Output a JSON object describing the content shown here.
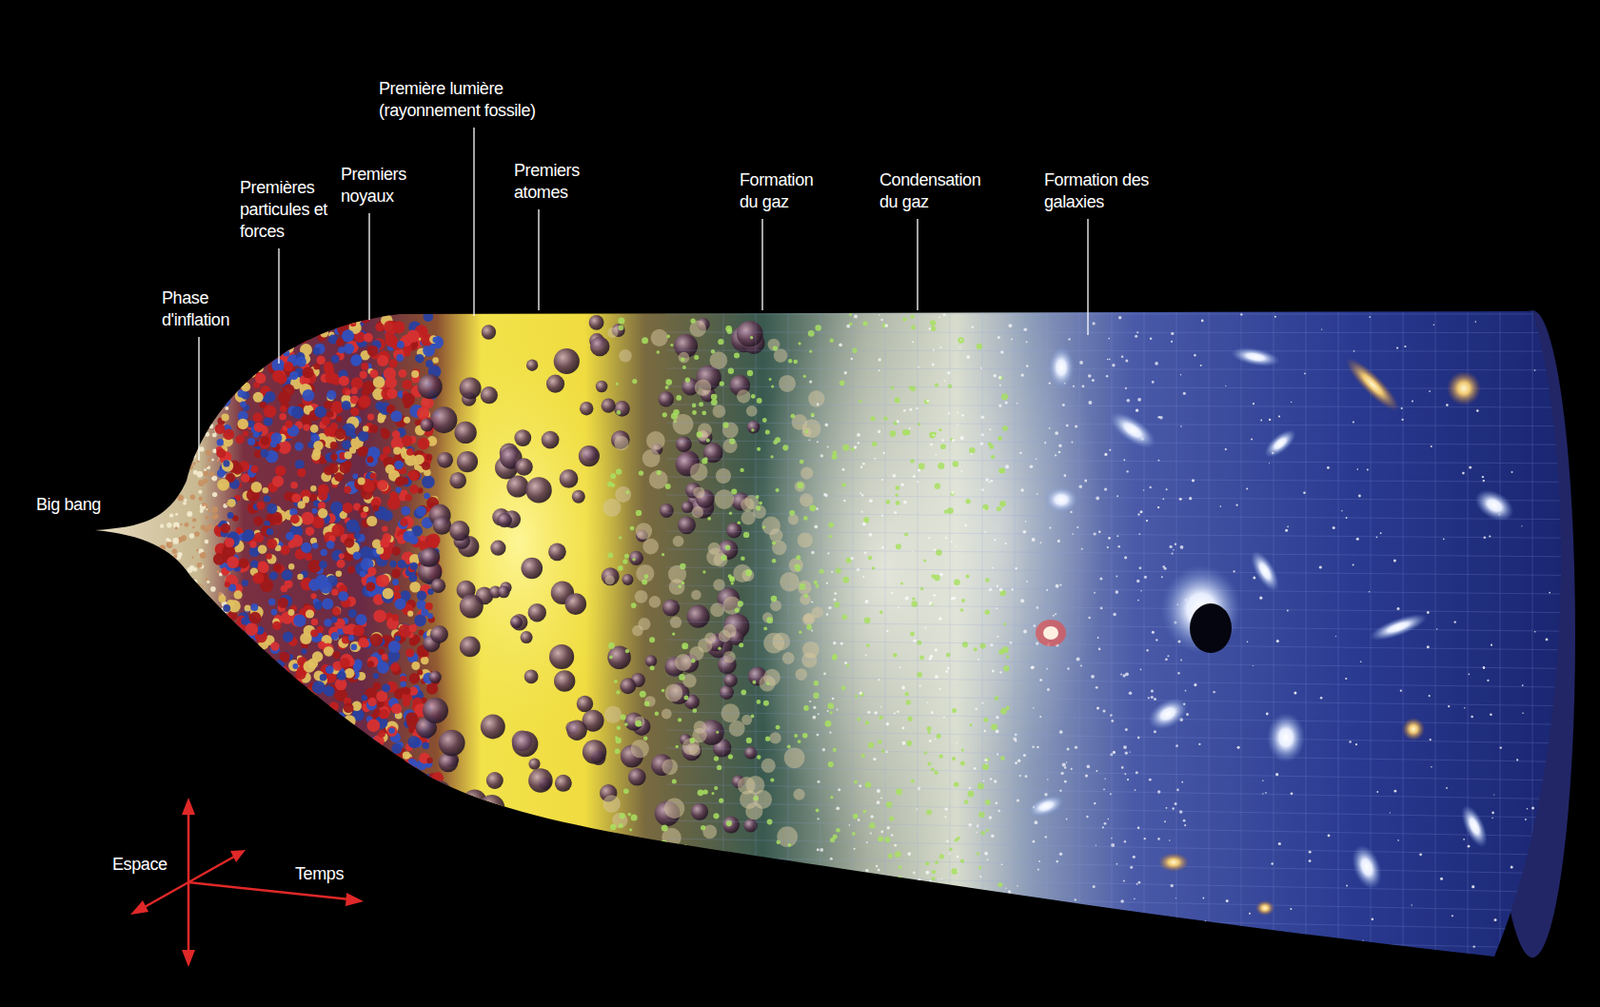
{
  "diagram": {
    "labels": [
      "Big bang",
      "Phase d'inflation",
      "Premières particules et forces",
      "Premiers noyaux",
      "Première lumière (rayonnement fossile)",
      "Premiers atomes",
      "Formation du gaz",
      "Condensation du gaz",
      "Formation des galaxies",
      "Espace",
      "Temps"
    ]
  }
}
